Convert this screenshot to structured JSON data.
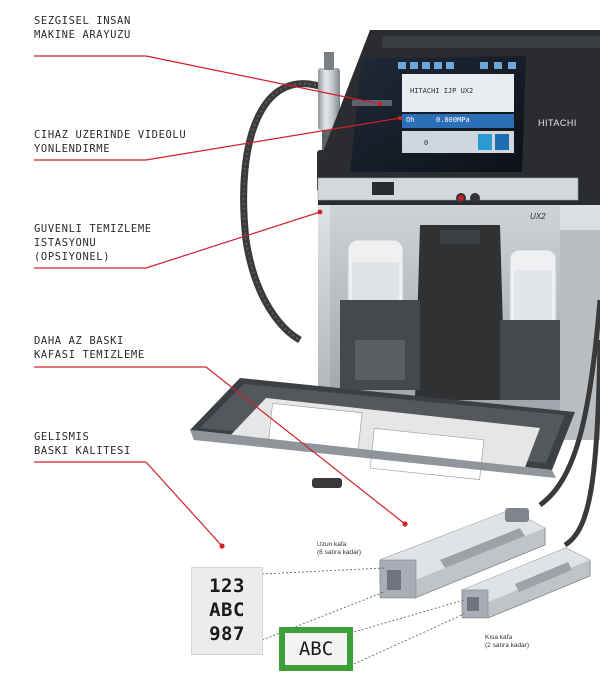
{
  "callouts": [
    {
      "lines": [
        "SEZGISEL INSAN",
        "MAKINE ARAYUZU"
      ]
    },
    {
      "lines": [
        "CIHAZ UZERINDE VIDEOLU",
        "YONLENDIRME"
      ]
    },
    {
      "lines": [
        "GUVENLI TEMIZLEME",
        "ISTASYONU",
        "(OPSIYONEL)"
      ]
    },
    {
      "lines": [
        "DAHA AZ BASKI",
        "KAFASI TEMIZLEME"
      ]
    },
    {
      "lines": [
        "GELISMIS",
        "BASKI KALITESI"
      ]
    }
  ],
  "heads": {
    "long": {
      "title": "Uzun kafa",
      "note": "(6 satıra kadar)"
    },
    "short": {
      "title": "Kısa kafa",
      "note": "(2 satıra kadar)"
    }
  },
  "samples": {
    "multi_line": [
      "123",
      "ABC",
      "987"
    ],
    "single_line": "ABC"
  },
  "printer": {
    "brand": "HITACHI",
    "model": "UX2",
    "screen_title": "HITACHI IJP UX2",
    "screen_status": "Oh",
    "screen_pressure": "0.000MPa",
    "screen_count": "0"
  },
  "colors": {
    "accent": "#d0202a",
    "sample_frame": "#3d9e3a"
  }
}
